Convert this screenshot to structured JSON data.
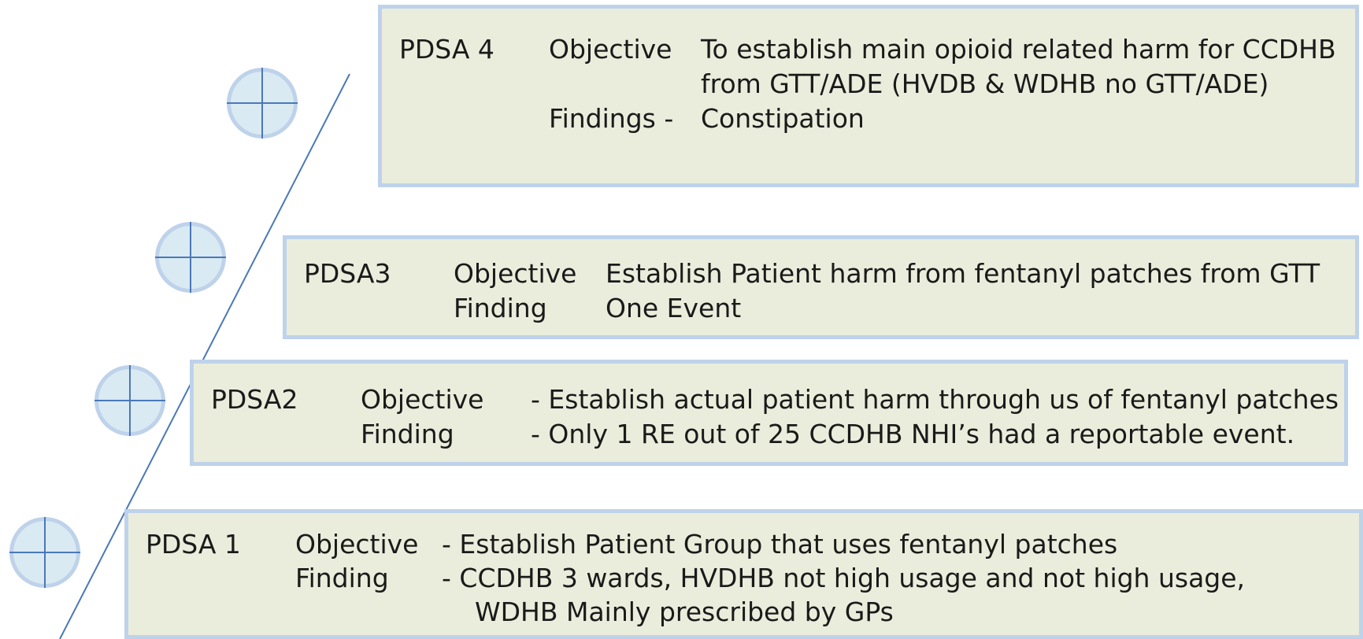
{
  "colors": {
    "box_fill": "#ebeddc",
    "box_border": "#bed2ea",
    "marker_fill": "#daeaf3",
    "marker_ring": "#bed2ea",
    "marker_cross": "#4a78b8",
    "timeline": "#4a78b8"
  },
  "markers": [
    {
      "icon": "crosshair-circle-icon"
    },
    {
      "icon": "crosshair-circle-icon"
    },
    {
      "icon": "crosshair-circle-icon"
    },
    {
      "icon": "crosshair-circle-icon"
    }
  ],
  "pdsa4": {
    "label": "PDSA 4",
    "objective_label": "Objective",
    "objective_line1": "To establish main opioid related harm for CCDHB",
    "objective_line2": "from GTT/ADE (HVDB & WDHB no GTT/ADE)",
    "findings_label": "Findings -",
    "findings_text": "Constipation"
  },
  "pdsa3": {
    "label": "PDSA3",
    "objective_label": "Objective",
    "objective_text": "Establish Patient harm from fentanyl patches from GTT",
    "finding_label": "Finding",
    "finding_text": "One Event"
  },
  "pdsa2": {
    "label": "PDSA2",
    "objective_label": "Objective",
    "objective_text": "- Establish actual patient harm through us of fentanyl patches",
    "finding_label": "Finding",
    "finding_text": "- Only 1 RE out of 25 CCDHB NHI’s had a reportable event."
  },
  "pdsa1": {
    "label": "PDSA 1",
    "objective_label": "Objective",
    "objective_text": "- Establish Patient Group that  uses fentanyl patches",
    "finding_label": "Finding",
    "finding_line1": "- CCDHB 3 wards, HVDHB not high usage and  not high usage,",
    "finding_line2": "WDHB Mainly prescribed by GPs"
  }
}
